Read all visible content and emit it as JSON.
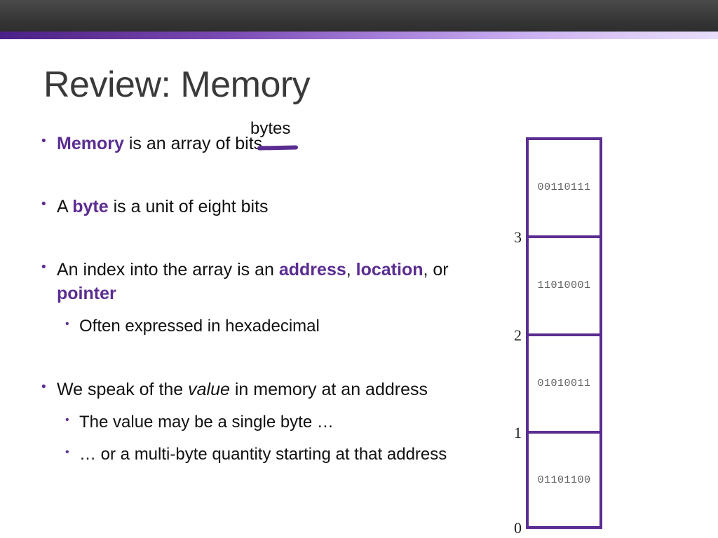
{
  "slide": {
    "title": "Review: Memory",
    "annotation": {
      "correction_text": "bytes",
      "struck_text": "bits"
    },
    "bullets": [
      {
        "level": 1,
        "id": "memory-array",
        "segments": [
          {
            "text": "Memory",
            "style": "keyword"
          },
          {
            "text": " is an array of ",
            "style": "plain"
          },
          {
            "text": "bits",
            "style": "struck"
          }
        ]
      },
      {
        "level": 1,
        "id": "byte-definition",
        "segments": [
          {
            "text": "A ",
            "style": "plain"
          },
          {
            "text": "byte",
            "style": "keyword"
          },
          {
            "text": " is a unit of eight bits",
            "style": "plain"
          }
        ]
      },
      {
        "level": 1,
        "id": "address-definition",
        "segments": [
          {
            "text": "An index into the array is an ",
            "style": "plain"
          },
          {
            "text": "address",
            "style": "keyword"
          },
          {
            "text": ", ",
            "style": "plain"
          },
          {
            "text": "location",
            "style": "keyword"
          },
          {
            "text": ", or ",
            "style": "plain"
          },
          {
            "text": "pointer",
            "style": "keyword"
          }
        ]
      },
      {
        "level": 2,
        "id": "hexadecimal-note",
        "segments": [
          {
            "text": "Often expressed in hexadecimal",
            "style": "plain"
          }
        ]
      },
      {
        "level": 1,
        "id": "value-in-memory",
        "segments": [
          {
            "text": "We speak of the ",
            "style": "plain"
          },
          {
            "text": "value",
            "style": "italic"
          },
          {
            "text": " in memory at an address",
            "style": "plain"
          }
        ]
      },
      {
        "level": 2,
        "id": "single-byte-note",
        "segments": [
          {
            "text": "The value may be a single byte …",
            "style": "plain"
          }
        ]
      },
      {
        "level": 2,
        "id": "multi-byte-note",
        "segments": [
          {
            "text": "… or a multi-byte quantity starting at that address",
            "style": "plain"
          }
        ]
      }
    ],
    "memory_diagram": {
      "cells": [
        {
          "value": "00110111",
          "address_below": "3"
        },
        {
          "value": "11010001",
          "address_below": "2"
        },
        {
          "value": "01010011",
          "address_below": "1"
        },
        {
          "value": "01101100",
          "address_below": "0"
        }
      ]
    },
    "colors": {
      "accent_purple": "#5b2d91",
      "title_gray": "#3a3a3a",
      "value_gray": "#5f5f5f",
      "header_dark": "#3c3c3c"
    }
  }
}
